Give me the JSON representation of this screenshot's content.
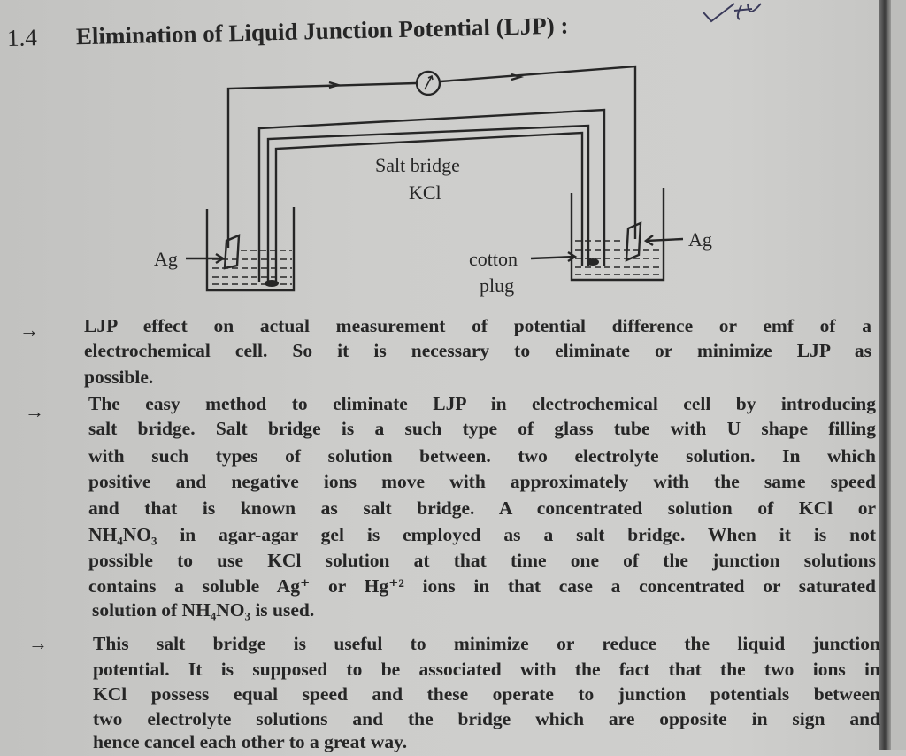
{
  "section": {
    "number": "1.4",
    "title": "Elimination of Liquid Junction Potential (LJP) :"
  },
  "diagram": {
    "salt_bridge_label": "Salt bridge",
    "salt_bridge_solution": "KCl",
    "left_electrode": "Ag",
    "right_electrode": "Ag",
    "cotton_label": "cotton",
    "plug_label": "plug",
    "meter_icon": "galvanometer-icon"
  },
  "bullet_symbol": "→",
  "paragraphs": [
    {
      "lines": [
        "LJP effect on actual measurement of potential difference or emf of a",
        "electrochemical cell. So it is necessary to eliminate or minimize LJP as",
        "possible."
      ]
    },
    {
      "lines": [
        "The easy method to eliminate LJP in electrochemical cell by introducing",
        "salt bridge. Salt bridge is a such type of glass tube with U shape filling",
        "with such types of solution between.  two electrolyte solution. In which",
        "positive and negative ions move with approximately with the same speed",
        "and that is known as salt bridge. A concentrated solution of KCl or",
        "NH₄NO₃ in agar-agar gel is employed as a salt bridge. When it is not",
        "possible to use KCl solution at that time one of the junction solutions",
        "contains a soluble Ag⁺ or Hg⁺² ions in that case a concentrated or saturated",
        "solution of NH₄NO₃ is used."
      ]
    },
    {
      "lines": [
        "This salt bridge is useful to minimize or reduce the liquid junction",
        "potential. It is supposed to be associated with the fact that the two ions in",
        "KCl possess equal speed and these operate to junction potentials between",
        "two electrolyte solutions and the bridge which are   opposite in sign and",
        "hence cancel each other to a great way."
      ]
    }
  ]
}
